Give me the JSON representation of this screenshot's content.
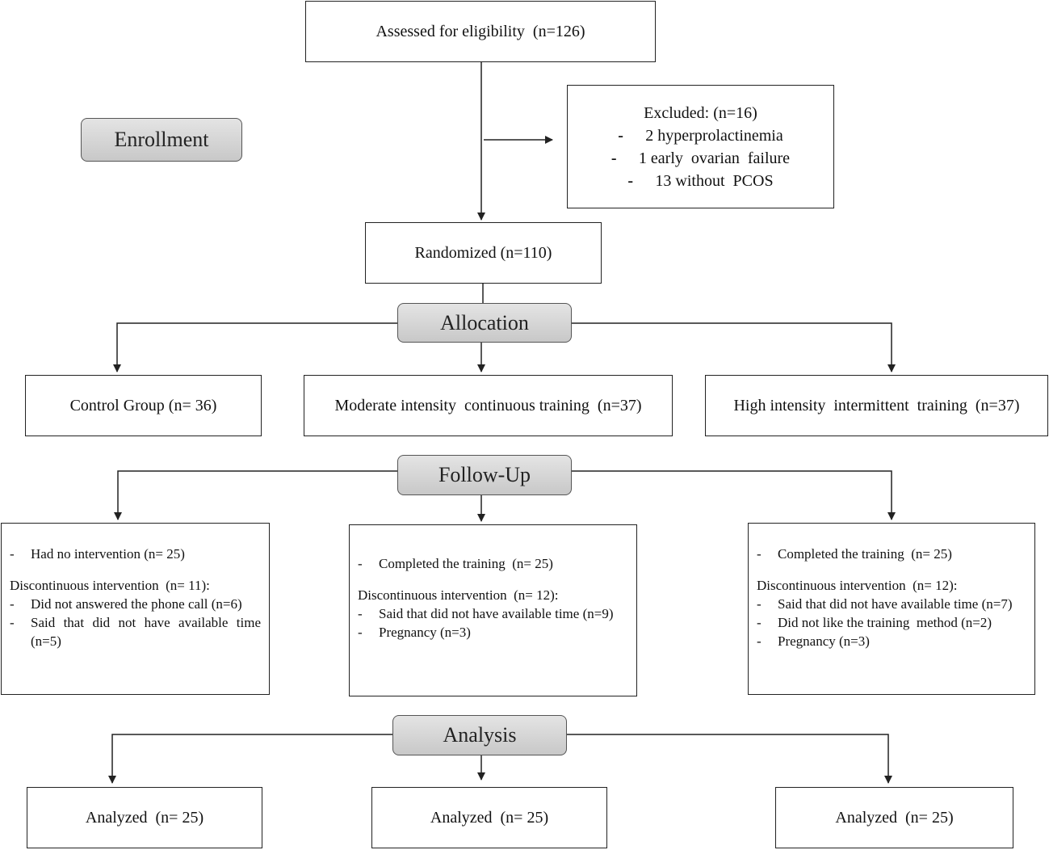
{
  "stages": {
    "enrollment": "Enrollment",
    "allocation": "Allocation",
    "follow_up": "Follow-Up",
    "analysis": "Analysis"
  },
  "assessed": "Assessed for eligibility  (n=126)",
  "excluded": {
    "title": "Excluded: (n=16)",
    "items": [
      {
        "bullet": "-",
        "text": "2 hyperprolactinemia"
      },
      {
        "bullet": "-",
        "text": "1 early  ovarian  failure"
      },
      {
        "bullet": "-",
        "text": "13 without  PCOS"
      }
    ]
  },
  "randomized": "Randomized (n=110)",
  "groups": [
    "Control Group (n= 36)",
    "Moderate intensity  continuous training  (n=37)",
    "High intensity  intermittent  training  (n=37)"
  ],
  "follow_up": {
    "control": {
      "primary": {
        "bullet": "-",
        "text": "Had no intervention (n= 25)"
      },
      "discontinued_title": "Discontinuous intervention  (n= 11):",
      "reasons": [
        {
          "bullet": "-",
          "text": "Did not answered the phone call (n=6)"
        },
        {
          "bullet": "-",
          "text": "Said that did not have available time (n=5)"
        }
      ]
    },
    "moderate": {
      "primary": {
        "bullet": "-",
        "text": "Completed the training  (n= 25)"
      },
      "discontinued_title": "Discontinuous intervention  (n= 12):",
      "reasons": [
        {
          "bullet": "-",
          "text": "Said that did not have available time (n=9)"
        },
        {
          "bullet": "-",
          "text": "Pregnancy (n=3)"
        }
      ]
    },
    "high": {
      "primary": {
        "bullet": "-",
        "text": "Completed the training  (n= 25)"
      },
      "discontinued_title": "Discontinuous intervention  (n= 12):",
      "reasons": [
        {
          "bullet": "-",
          "text": "Said that did not have available time (n=7)"
        },
        {
          "bullet": "-",
          "text": "Did not like the training  method (n=2)"
        },
        {
          "bullet": "-",
          "text": "Pregnancy (n=3)"
        }
      ]
    }
  },
  "analysis": [
    "Analyzed  (n= 25)",
    "Analyzed  (n= 25)",
    "Analyzed  (n= 25)"
  ],
  "colors": {
    "line": "#222222",
    "stage_fill": "#d6d6d6",
    "stage_border": "#555555"
  }
}
